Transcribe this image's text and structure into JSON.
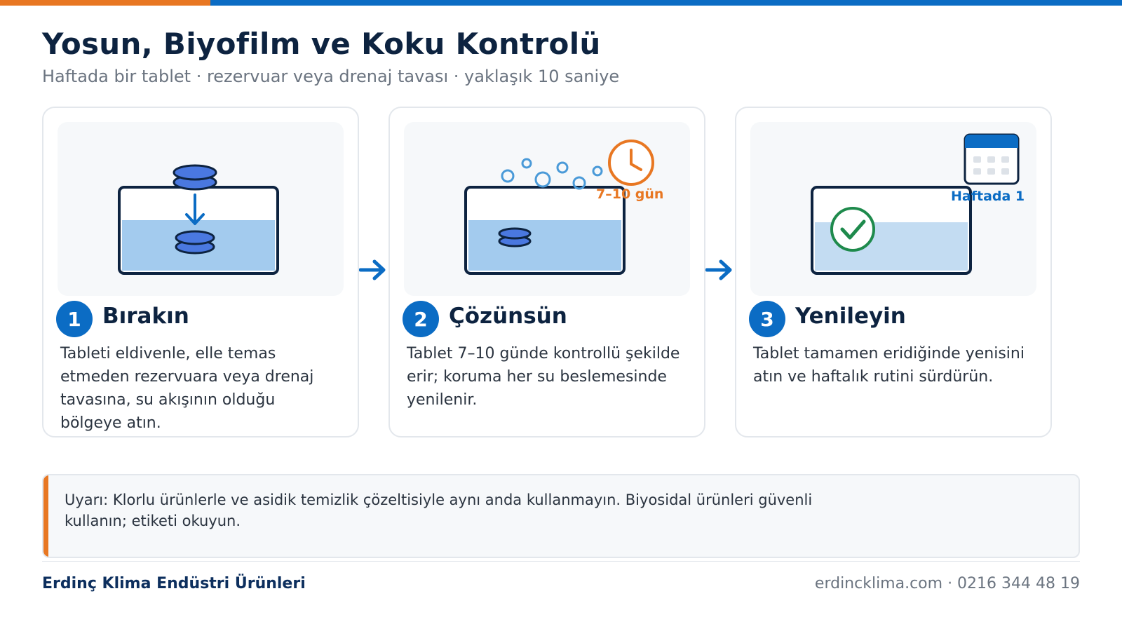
{
  "header": {
    "title": "Yosun, Biyofilm ve Koku Kontrolü",
    "subtitle": "Haftada bir tablet · rezervuar veya drenaj tavası · yaklaşık 10 saniye"
  },
  "steps": [
    {
      "number": "1",
      "title": "Bırakın",
      "description": "Tableti eldivenle, elle temas etmeden rezervuara veya drenaj tavasına, su akışının olduğu bölgeye atın.",
      "illustration_icons": [
        "tablet-icon",
        "down-arrow-icon",
        "water-tank-icon"
      ]
    },
    {
      "number": "2",
      "title": "Çözünsün",
      "description": "Tablet 7–10 günde kontrollü şekilde erir; koruma her su beslemesinde yenilenir.",
      "badge": "7–10 gün",
      "illustration_icons": [
        "bubbles-icon",
        "clock-icon",
        "water-tank-icon",
        "tablet-icon"
      ]
    },
    {
      "number": "3",
      "title": "Yenileyin",
      "description": "Tablet tamamen eridiğinde yenisini atın ve haftalık rutini sürdürün.",
      "badge": "Haftada 1",
      "illustration_icons": [
        "calendar-icon",
        "check-circle-icon",
        "water-tank-icon"
      ]
    }
  ],
  "warning": {
    "text": "Uyarı: Klorlu ürünlerle ve asidik temizlik çözeltisiyle aynı anda kullanmayın. Biyosidal ürünleri güvenli kullanın; etiketi okuyun."
  },
  "footer": {
    "company": "Erdinç Klima Endüstri Ürünleri",
    "contact": "erdincklima.com · 0216 344 48 19"
  },
  "colors": {
    "accent_orange": "#e87722",
    "primary_blue": "#0b6cc4",
    "navy": "#0d2340",
    "water": "#a3cbee",
    "success_green": "#1e8a4c"
  }
}
